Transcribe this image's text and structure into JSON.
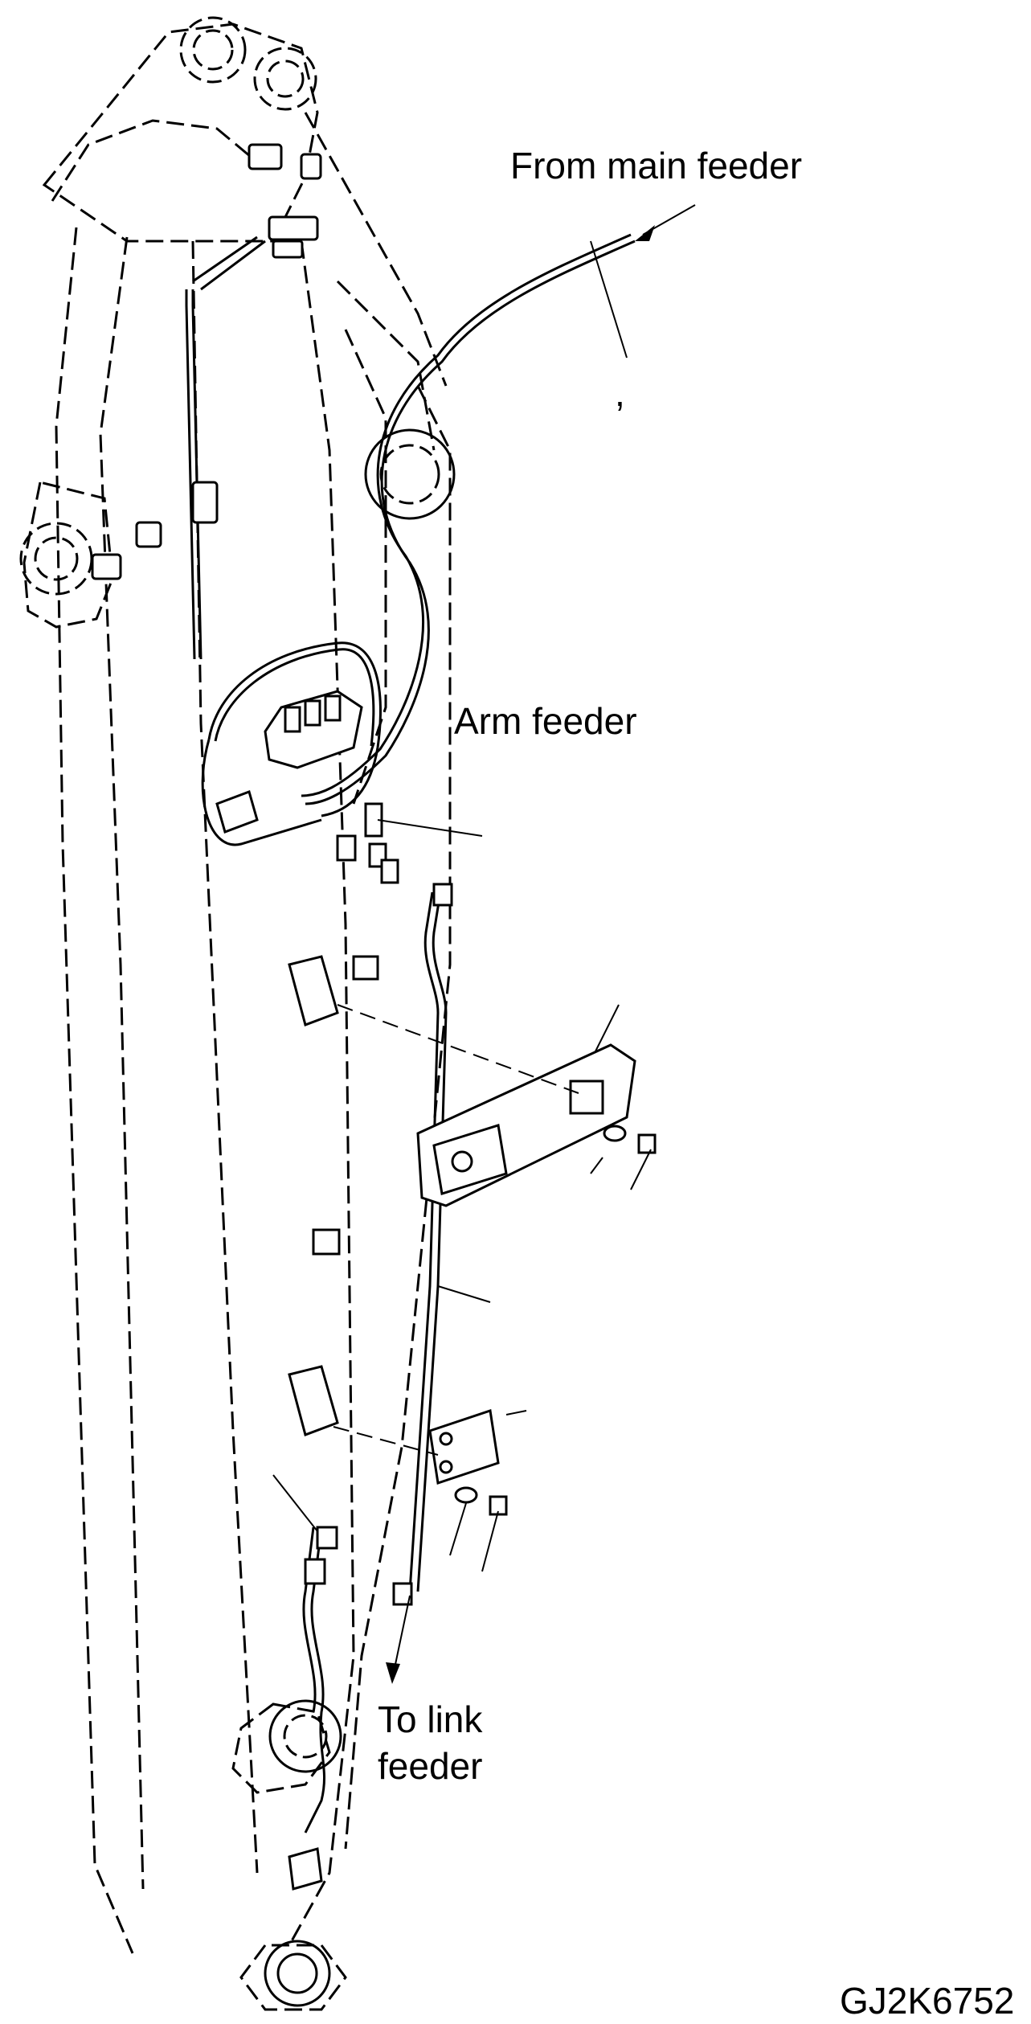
{
  "labels": {
    "from_main_feeder": "From main feeder",
    "arm_feeder": "Arm feeder",
    "to_link_feeder_line1": "To link",
    "to_link_feeder_line2": "feeder",
    "comma_mark": ",",
    "drawing_code": "GJ2K6752"
  }
}
